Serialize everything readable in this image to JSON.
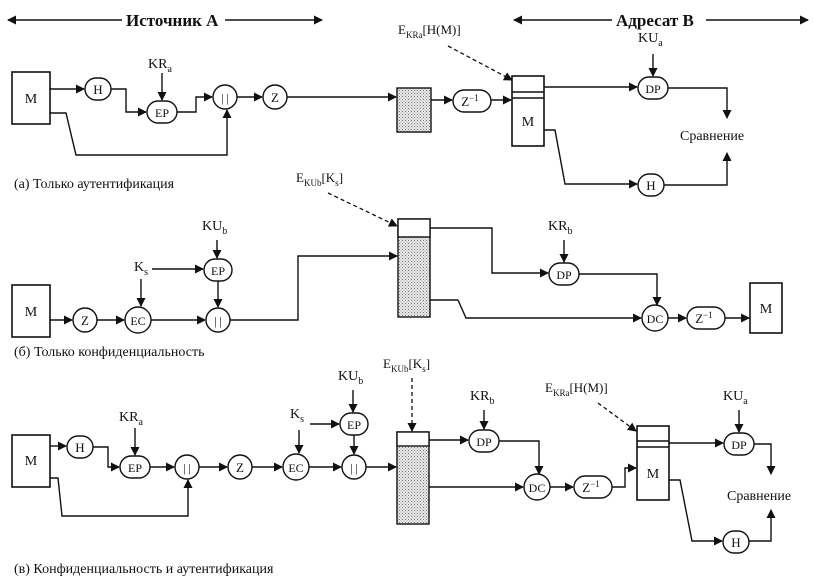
{
  "header": {
    "source_label": "Источник A",
    "dest_label": "Адресат B"
  },
  "sections": {
    "a_caption": "(а) Только аутентификация",
    "b_caption": "(б) Только конфиденциальность",
    "c_caption": "(в) Конфиденциальность и аутентификация"
  },
  "nodes": {
    "M": "M",
    "H": "H",
    "EP": "EP",
    "DP": "DP",
    "EC": "EC",
    "DC": "DC",
    "Z": "Z",
    "concat": "| |",
    "Zinv": "Z",
    "Zinv_sup": "−1"
  },
  "labels": {
    "KR": "KR",
    "KR_sub_a": "a",
    "KR_sub_b": "b",
    "KU": "KU",
    "KU_sub_a": "a",
    "KU_sub_b": "b",
    "Ks": "K",
    "Ks_sub": "s",
    "E": "E",
    "E_KRa_sub": "KRa",
    "E_KRa_body": "[H(M)]",
    "E_KUb_sub": "KUb",
    "E_KUb_body": "[K",
    "E_KUb_body_sub": "s",
    "E_KUb_close": "]",
    "compare": "Сравнение"
  }
}
